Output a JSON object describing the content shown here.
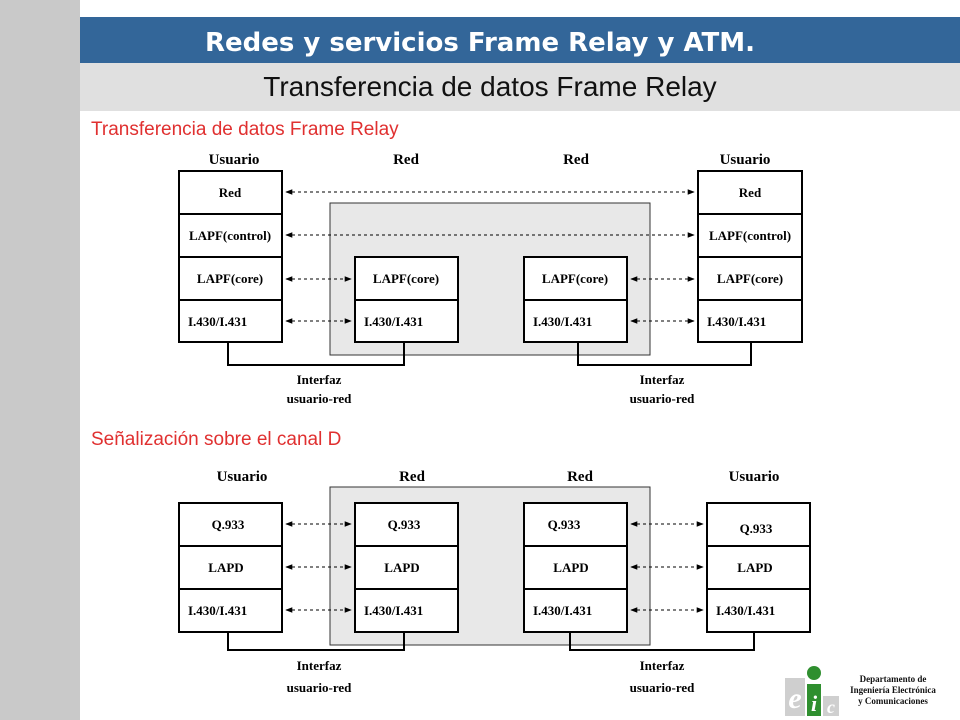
{
  "header": {
    "title": "Redes y servicios Frame Relay y ATM.",
    "subtitle": "Transferencia de datos Frame Relay"
  },
  "section1": {
    "title": "Transferencia de datos Frame Relay",
    "column_labels": [
      "Usuario",
      "Red",
      "Red",
      "Usuario"
    ],
    "user_stack_left": [
      "Red",
      "LAPF(control)",
      "LAPF(core)",
      "I.430/I.431"
    ],
    "network_stack_left": [
      "LAPF(core)",
      "I.430/I.431"
    ],
    "network_stack_right": [
      "LAPF(core)",
      "I.430/I.431"
    ],
    "user_stack_right": [
      "Red",
      "LAPF(control)",
      "LAPF(core)",
      "I.430/I.431"
    ],
    "interface_label_line1": "Interfaz",
    "interface_label_line2": "usuario-red"
  },
  "section2": {
    "title": "Señalización sobre el canal D",
    "column_labels": [
      "Usuario",
      "Red",
      "Red",
      "Usuario"
    ],
    "stacks": [
      [
        "Q.933",
        "LAPD",
        "I.430/I.431"
      ],
      [
        "Q.933",
        "LAPD",
        "I.430/I.431"
      ],
      [
        "Q.933",
        "LAPD",
        "I.430/I.431"
      ],
      [
        "Q.933",
        "LAPD",
        "I.430/I.431"
      ]
    ],
    "interface_label_line1": "Interfaz",
    "interface_label_line2": "usuario-red"
  },
  "footer": {
    "line1": "Departamento de",
    "line2": "Ingeniería Electrónica",
    "line3": "y Comunicaciones"
  },
  "logo": {
    "text_e": "e",
    "text_i": "i",
    "text_c": "c"
  },
  "colors": {
    "header_bg": "#336699",
    "section_title": "#e03030",
    "network_box": "#e8e8e8",
    "left_band": "#c9c9c9"
  }
}
